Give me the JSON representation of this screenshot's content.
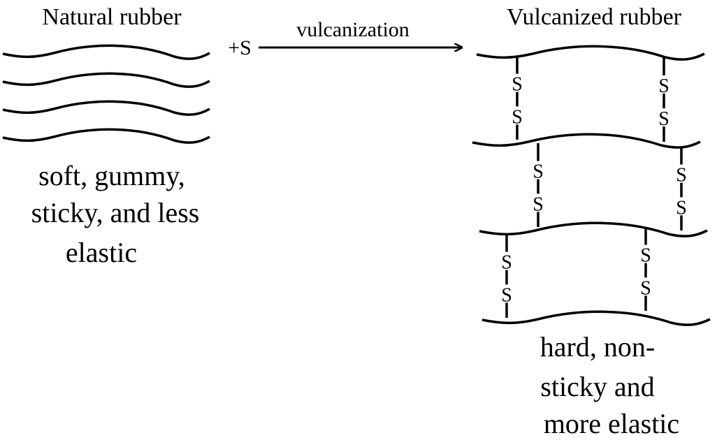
{
  "left": {
    "title": "Natural rubber",
    "description": [
      "soft, gummy,",
      "sticky, and less",
      "elastic"
    ]
  },
  "reaction": {
    "reagent": "+S",
    "process": "vulcanization"
  },
  "right": {
    "title": "Vulcanized rubber",
    "crosslink_atom": "S",
    "description": [
      "hard, non-",
      "sticky and",
      "more elastic"
    ]
  },
  "colors": {
    "ink": "#000000",
    "background": "#ffffff"
  }
}
